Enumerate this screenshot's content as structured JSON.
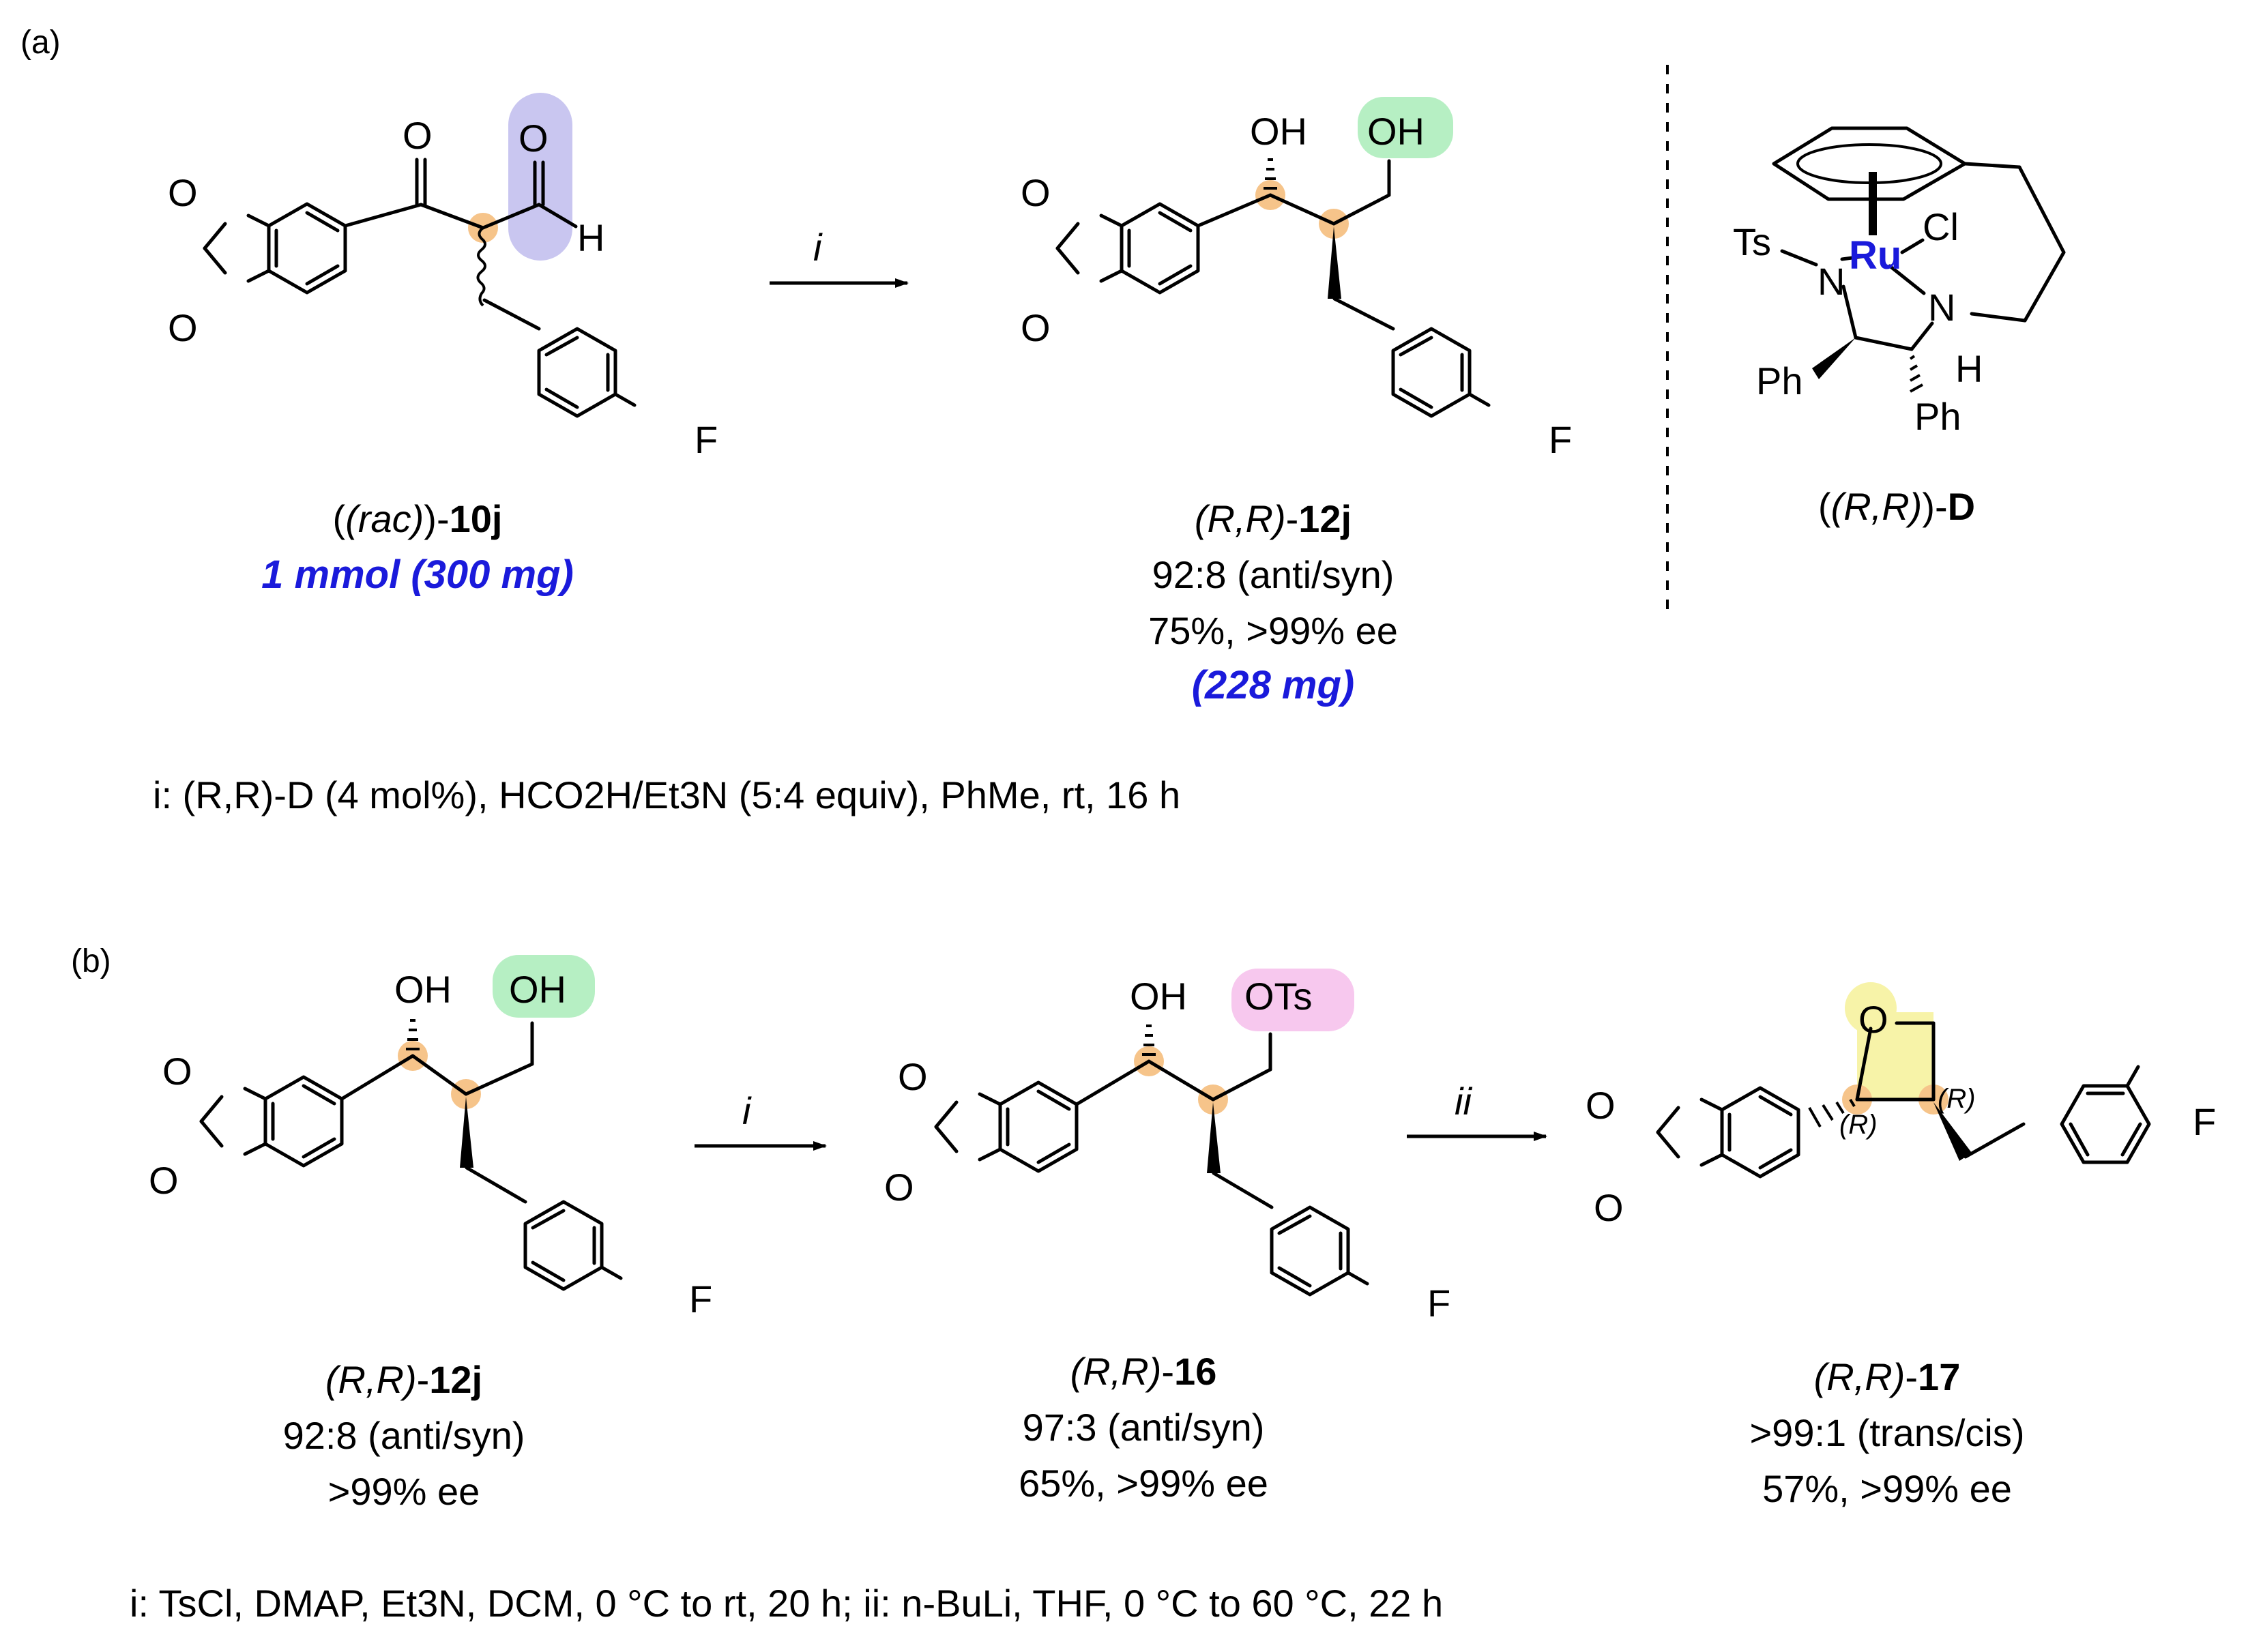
{
  "panels": {
    "a": {
      "label": "(a)",
      "arrow_label": "i",
      "substrate": {
        "prefix": "(rac)",
        "name": "10j",
        "amount": "1 mmol (300 mg)"
      },
      "product": {
        "prefix": "(R,R)",
        "name": "12j",
        "dr": "92:8 (anti/syn)",
        "yield_ee": "75%, >99% ee",
        "mass": "(228 mg)"
      },
      "catalyst": {
        "prefix": "(R,R)",
        "name": "D",
        "metal": "Ru"
      },
      "conditions": "i: (R,R)-D (4 mol%), HCO2H/Et3N (5:4 equiv), PhMe, rt, 16 h"
    },
    "b": {
      "label": "(b)",
      "arrow1_label": "i",
      "arrow2_label": "ii",
      "start": {
        "prefix": "(R,R)",
        "name": "12j",
        "dr": "92:8 (anti/syn)",
        "ee": ">99% ee"
      },
      "intermediate": {
        "prefix": "(R,R)",
        "name": "16",
        "dr": "97:3 (anti/syn)",
        "yield_ee": "65%, >99% ee"
      },
      "product": {
        "prefix": "(R,R)",
        "name": "17",
        "dr": ">99:1 (trans/cis)",
        "yield_ee": "57%, >99% ee"
      },
      "conditions": "i: TsCl, DMAP, Et3N, DCM, 0 °C to rt, 20 h; ii: n-BuLi, THF, 0 °C to 60 °C, 22 h"
    }
  },
  "atoms": {
    "O": "O",
    "H": "H",
    "F": "F",
    "OH": "OH",
    "OTs": "OTs",
    "Ts": "Ts",
    "N": "N",
    "Cl": "Cl",
    "Ph": "Ph",
    "R": "(R)"
  },
  "colors": {
    "blue_text": "#1a1adb",
    "highlight_orange": "#f6c48a",
    "highlight_green": "#b6efc3",
    "highlight_purple": "#c9c6f0",
    "highlight_pink": "#f7c8ee",
    "highlight_yellow": "#f7f3a8"
  }
}
